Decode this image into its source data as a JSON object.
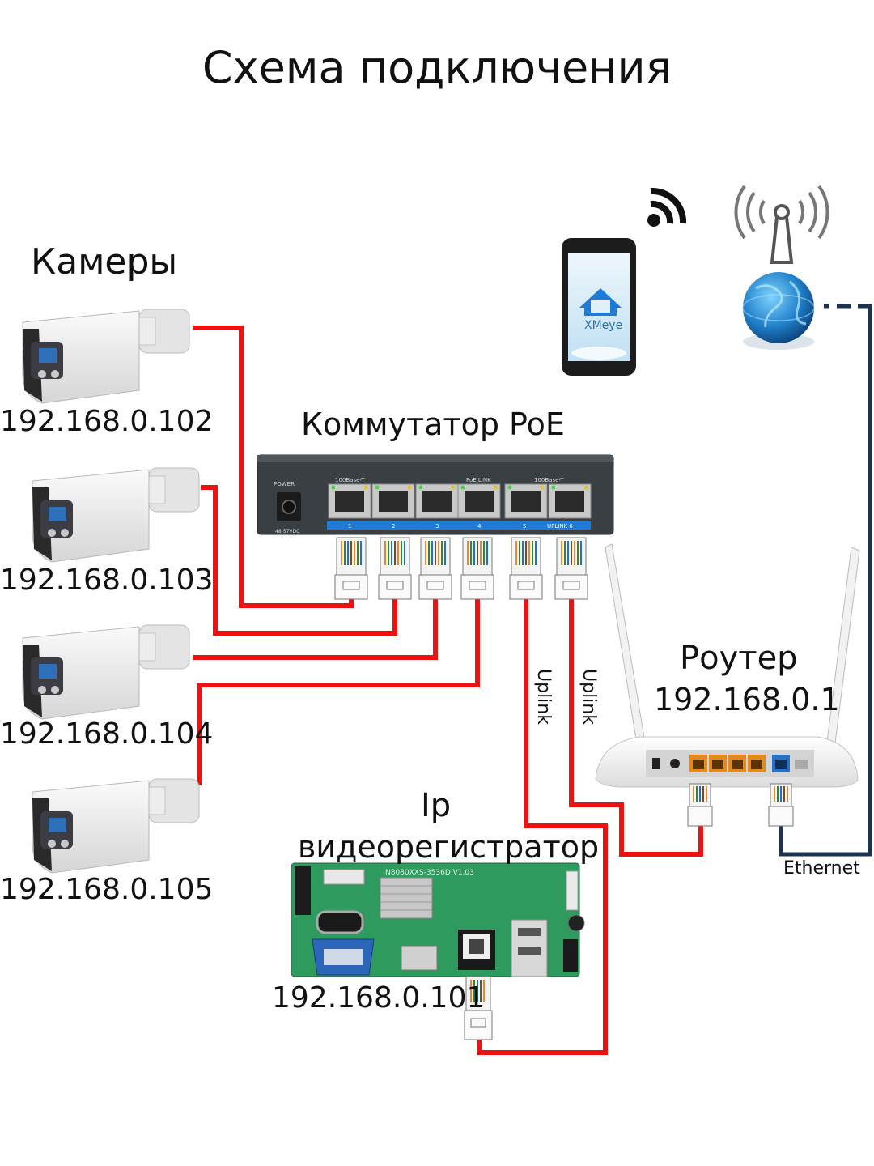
{
  "title": "Схема подключения",
  "cameras": {
    "title": "Камеры",
    "items": [
      {
        "ip": "192.168.0.102"
      },
      {
        "ip": "192.168.0.103"
      },
      {
        "ip": "192.168.0.104"
      },
      {
        "ip": "192.168.0.105"
      }
    ]
  },
  "switch": {
    "title": "Коммутатор PoE",
    "power_label": "POWER",
    "voltage_label": "48-57VDC",
    "left_group_label": "100Base-T",
    "poe_label": "PoE  LINK",
    "right_group_label": "100Base-T",
    "ports": [
      "1",
      "2",
      "3",
      "4",
      "5",
      "UPLINK 6"
    ]
  },
  "router": {
    "title": "Роутер",
    "ip": "192.168.0.1"
  },
  "nvr": {
    "title_line1": "Ip",
    "title_line2": "видеорегистратор",
    "ip": "192.168.0.101",
    "board_label": "N8080XXS-3536D V1.03"
  },
  "phone": {
    "app_name": "XMeye"
  },
  "links": {
    "uplink_label": "Uplink",
    "ethernet_label": "Ethernet"
  },
  "colors": {
    "poe_cable": "#ee1111",
    "ethernet_cable": "#1c3350",
    "switch_body": "#3a3f44",
    "switch_stripe": "#1f7ad8",
    "router_port_lan": "#e38a1a",
    "router_port_wan": "#2a72c8",
    "pcb": "#2f9a5d",
    "globe": "#1f7fc8"
  }
}
